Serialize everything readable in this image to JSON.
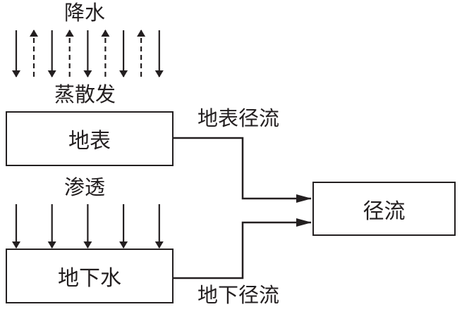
{
  "labels": {
    "precipitation": "降水",
    "evapotranspiration": "蒸散发",
    "infiltration": "渗透",
    "surface_runoff": "地表径流",
    "subsurface_runoff": "地下径流"
  },
  "boxes": {
    "surface": "地表",
    "groundwater": "地下水",
    "runoff": "径流"
  },
  "colors": {
    "stroke": "#231f20",
    "background": "#ffffff"
  },
  "arrows": {
    "precipitation_count": 5,
    "evapotranspiration_count": 4,
    "infiltration_count": 5
  }
}
